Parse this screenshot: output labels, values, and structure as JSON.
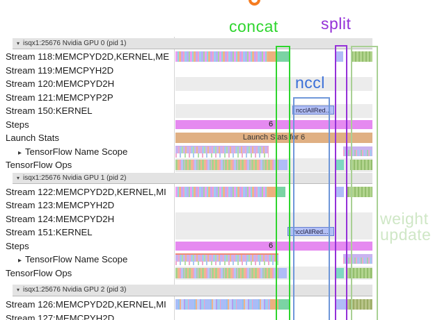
{
  "icons": {
    "collapse_arrow": "▾",
    "expand_arrow": "▸"
  },
  "colors": {
    "concat_annotation": "#2ed52e",
    "split_annotation": "#9430d8",
    "nccl_text": "#3a6fd8",
    "nccl_bracket": "#6f97d9",
    "weight_update_box": "#a9d094",
    "weight_update_text": "#cfe7c6",
    "steps_bar": "#e58af0",
    "launch_stats_bar": "#e0b083",
    "nccl_event_fill": "#b3c0f5",
    "nccl_event_border": "#6680d0",
    "header_background": "#e3e3e3",
    "alt_row_background": "#ececec"
  },
  "annotations": {
    "concat": "concat",
    "split": "split",
    "nccl": "nccl",
    "weight_update_line1": "weight",
    "weight_update_line2": "update"
  },
  "events": {
    "nccl_allreduce": "ncclAllRed...",
    "steps_value": "6",
    "launch_stats": "Launch Stats for 6"
  },
  "sections": [
    {
      "header": "isqx1:25676 Nvidia GPU 0 (pid 1)",
      "rows": [
        {
          "label": "Stream 118:MEMCPYD2D,KERNEL,ME"
        },
        {
          "label": "Stream 119:MEMCPYH2D"
        },
        {
          "label": "Stream 120:MEMCPYD2H"
        },
        {
          "label": "Stream 121:MEMCPYP2P"
        },
        {
          "label": "Stream 150:KERNEL"
        },
        {
          "label": "Steps"
        },
        {
          "label": "Launch Stats"
        },
        {
          "label": "TensorFlow Name Scope"
        },
        {
          "label": "TensorFlow Ops"
        }
      ]
    },
    {
      "header": "isqx1:25676 Nvidia GPU 1 (pid 2)",
      "rows": [
        {
          "label": "Stream 122:MEMCPYD2D,KERNEL,MI"
        },
        {
          "label": "Stream 123:MEMCPYH2D"
        },
        {
          "label": "Stream 124:MEMCPYD2H"
        },
        {
          "label": "Stream 151:KERNEL"
        },
        {
          "label": "Steps"
        },
        {
          "label": "TensorFlow Name Scope"
        },
        {
          "label": "TensorFlow Ops"
        }
      ]
    },
    {
      "header": "isqx1:25676 Nvidia GPU 2 (pid 3)",
      "rows": [
        {
          "label": "Stream 126:MEMCPYD2D,KERNEL,MI"
        },
        {
          "label": "Stream 127:MEMCPYH2D"
        }
      ]
    }
  ]
}
